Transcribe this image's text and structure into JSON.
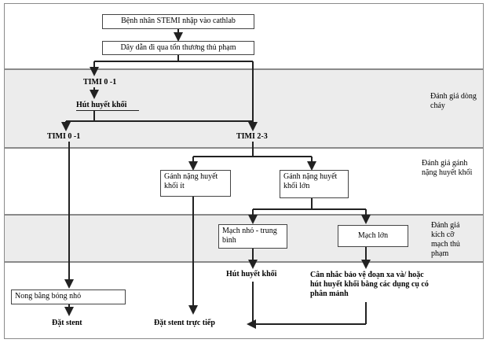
{
  "boxes": {
    "stemi": "Bệnh nhân STEMI nhập vào cathlab",
    "wire": "Dây dẫn đi qua tổn thương thủ phạm",
    "thrombus_small": "Gánh nặng huyết khối ít",
    "thrombus_large": "Gánh nặng huyết khối lớn",
    "small_vessel": "Mạch nhỏ - trung bình",
    "large_vessel": "Mạch lớn",
    "balloon": "Nong bằng bóng nhỏ"
  },
  "labels": {
    "timi01_top": "TIMI 0 -1",
    "aspiration_top": "Hút huyết khối",
    "timi01_left": "TIMI 0 -1",
    "timi23": "TIMI 2-3",
    "aspiration_bottom": "Hút huyết khối",
    "consider": "Cân nhắc bảo vệ đoạn xa và/ hoặc hút huyết khối bằng các dụng cụ có phân mảnh",
    "stent": "Đặt stent",
    "direct_stent": "Đặt stent trực tiếp"
  },
  "evaluations": {
    "flow": "Đánh giá dòng chảy",
    "thrombus_burden": "Đánh giá gánh nặng huyết khối",
    "vessel_size": "Đánh giá kích cỡ mạch thủ phạm"
  }
}
